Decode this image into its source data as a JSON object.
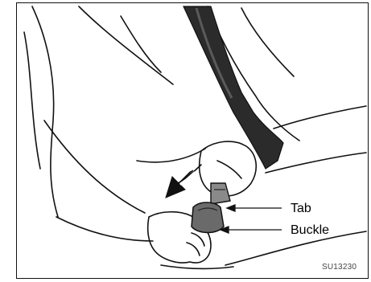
{
  "labels": {
    "tab": "Tab",
    "buckle": "Buckle"
  },
  "figure_code": "SU13230",
  "colors": {
    "line": "#111111",
    "belt": "#2b2b2b",
    "buckle_fill": "#6a6a6a",
    "background": "#ffffff"
  }
}
